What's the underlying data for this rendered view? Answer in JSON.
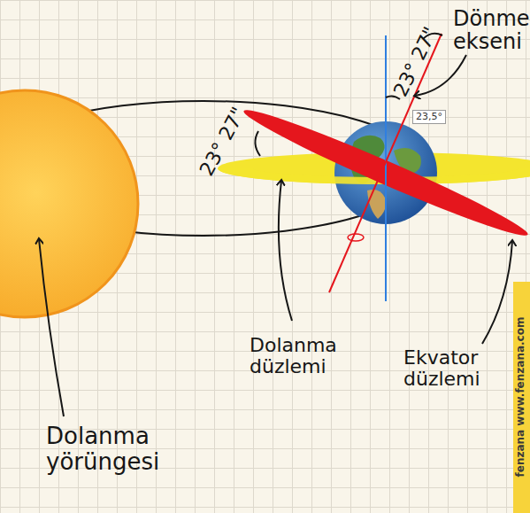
{
  "diagram": {
    "labels": [
      "Dönme ekseni",
      "23° 27\"",
      "23,5°",
      "23° 27\"",
      "Dolanma düzlemi",
      "Ekvator düzlemi",
      "Dolanma yörüngesi",
      "fenzana www.fenzana.com"
    ]
  }
}
